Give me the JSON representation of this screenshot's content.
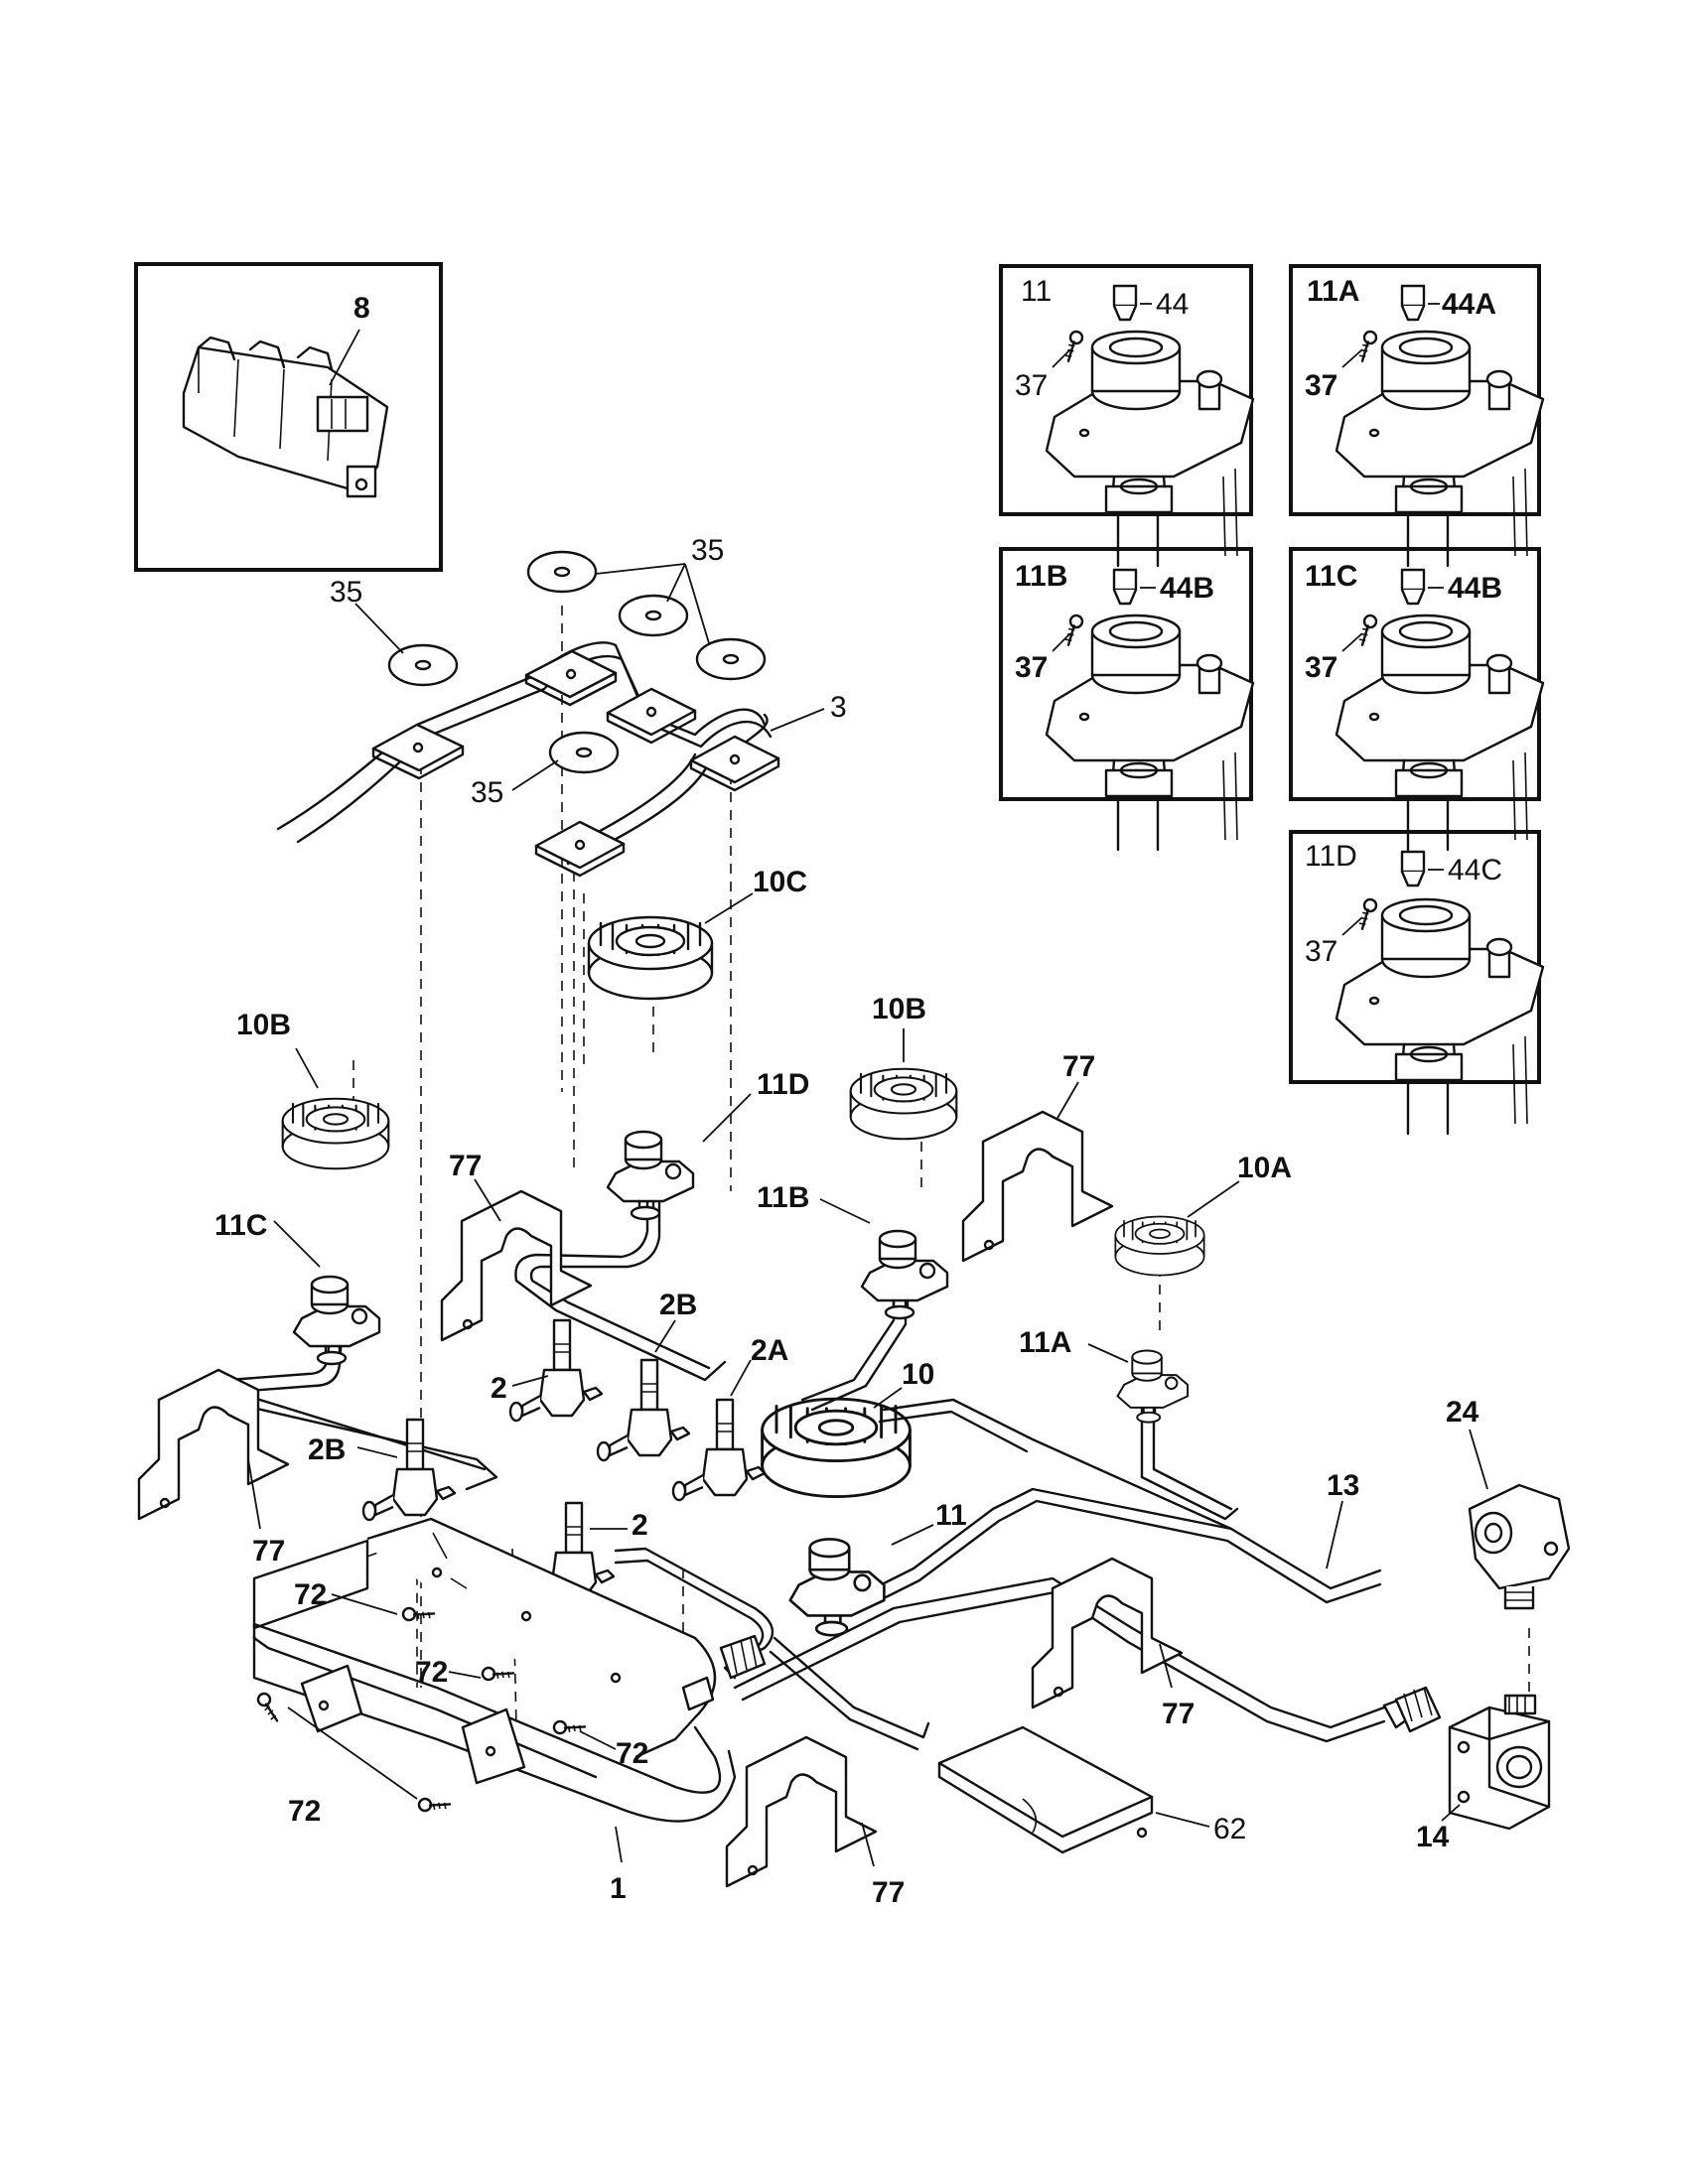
{
  "labels": {
    "l8": "8",
    "l35a": "35",
    "l35b": "35",
    "l35c": "35",
    "l3": "3",
    "l10c": "10C",
    "l10b_left": "10B",
    "l10b_mid": "10B",
    "l10a": "10A",
    "l10": "10",
    "l11d": "11D",
    "l11c": "11C",
    "l11b": "11B",
    "l11a": "11A",
    "l11": "11",
    "l77a": "77",
    "l77b": "77",
    "l77c": "77",
    "l77d": "77",
    "l77e": "77",
    "l2a": "2A",
    "l2b_left": "2B",
    "l2b_mid": "2B",
    "l2_up": "2",
    "l2_low": "2",
    "l72a": "72",
    "l72b": "72",
    "l72c": "72",
    "l72d": "72",
    "l1": "1",
    "l13": "13",
    "l24": "24",
    "l14": "14",
    "l62": "62"
  },
  "insets": {
    "i11": {
      "title": "11",
      "injector": "44",
      "screw": "37"
    },
    "i11a": {
      "title": "11A",
      "injector": "44A",
      "screw": "37"
    },
    "i11b": {
      "title": "11B",
      "injector": "44B",
      "screw": "37"
    },
    "i11c": {
      "title": "11C",
      "injector": "44B",
      "screw": "37"
    },
    "i11d": {
      "title": "11D",
      "injector": "44C",
      "screw": "37"
    }
  }
}
